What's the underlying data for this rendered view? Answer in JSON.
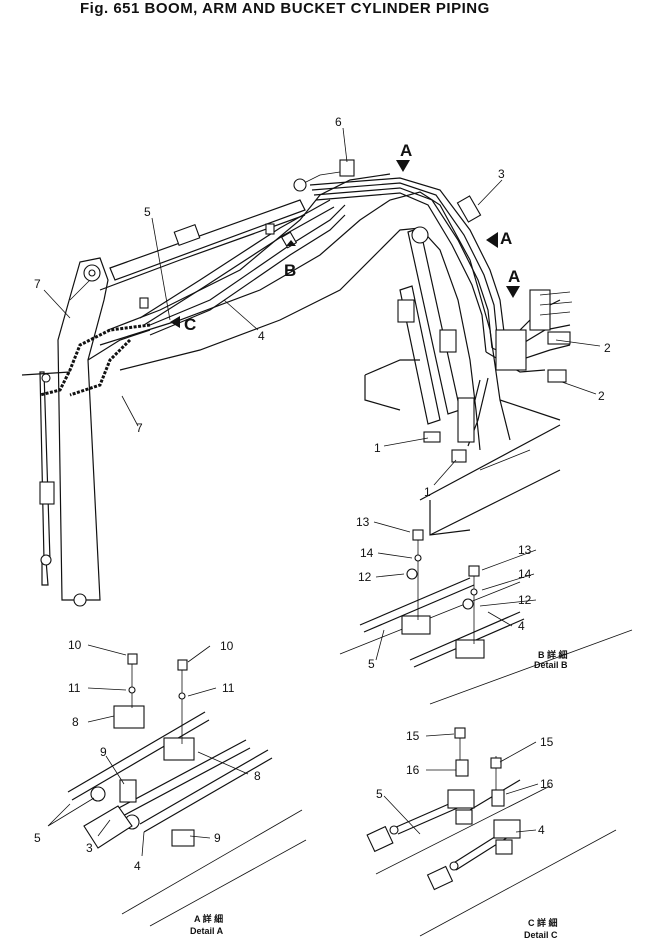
{
  "title": "Fig. 651  BOOM, ARM AND BUCKET CYLINDER PIPING",
  "callouts": {
    "c1a": "1",
    "c1b": "1",
    "c2a": "2",
    "c2b": "2",
    "c3": "3",
    "c4": "4",
    "c5": "5",
    "c6": "6",
    "c7a": "7",
    "c7b": "7",
    "a1": "A",
    "a2": "A",
    "a3": "A",
    "b": "B",
    "c": "C"
  },
  "detail_b": {
    "n13a": "13",
    "n13b": "13",
    "n14a": "14",
    "n14b": "14",
    "n12a": "12",
    "n12b": "12",
    "n5": "5",
    "n4": "4",
    "jp": "B 詳 細",
    "caption": "Detail B"
  },
  "detail_a": {
    "n10a": "10",
    "n10b": "10",
    "n11a": "11",
    "n11b": "11",
    "n8a": "8",
    "n8b": "8",
    "n9a": "9",
    "n9b": "9",
    "n5": "5",
    "n3": "3",
    "n4": "4",
    "jp": "A 詳 細",
    "caption": "Detail A"
  },
  "detail_c": {
    "n15a": "15",
    "n15b": "15",
    "n16a": "16",
    "n16b": "16",
    "n5": "5",
    "n4": "4",
    "jp": "C 詳 細",
    "caption": "Detail C"
  }
}
